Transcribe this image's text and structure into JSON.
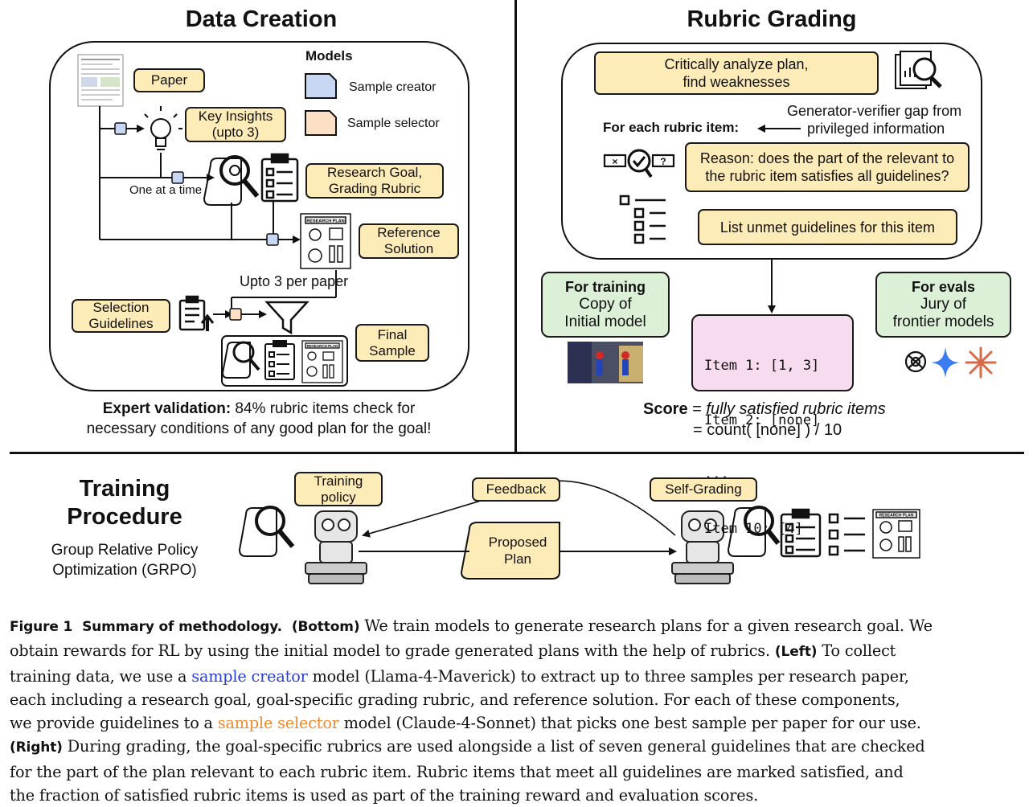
{
  "data_creation": {
    "title": "Data Creation",
    "models_heading": "Models",
    "legend_creator": "Sample creator",
    "legend_selector": "Sample selector",
    "paper": "Paper",
    "key_insights_1": "Key Insights",
    "key_insights_2": "(upto 3)",
    "one_at_a_time": "One at a time",
    "research_goal_1": "Research Goal,",
    "research_goal_2": "Grading Rubric",
    "reference_1": "Reference",
    "reference_2": "Solution",
    "upto_3": "Upto 3 per paper",
    "selection_1": "Selection",
    "selection_2": "Guidelines",
    "final_1": "Final",
    "final_2": "Sample",
    "validation_bold": "Expert validation:",
    "validation_rest": " 84% rubric items check for",
    "validation_line2": "necessary conditions of any good plan for the goal!",
    "research_plan_label": "RESEARCH PLAN"
  },
  "rubric_grading": {
    "title": "Rubric Grading",
    "critically_1": "Critically analyze plan,",
    "critically_2": "find weaknesses",
    "gap_1": "Generator-verifier gap from",
    "gap_2": "privileged information",
    "for_each": "For each rubric item:",
    "reason_1": "Reason: does the part of the relevant to",
    "reason_2": "the rubric item satisfies all guidelines?",
    "list_unmet": "List unmet guidelines for this item",
    "for_training": "For training",
    "training_1": "Copy of",
    "training_2": "Initial model",
    "for_evals": "For evals",
    "evals_1": "Jury of",
    "evals_2": "frontier models",
    "items": [
      "Item 1: [1, 3]",
      "Item 2: [none]",
      "...",
      "Item 10: [4]"
    ],
    "score_bold": "Score",
    "score_eq1": " = ",
    "score_italic": "fully satisfied rubric items",
    "score_line2": "= count( [none] ) / 10"
  },
  "training": {
    "title_1": "Training",
    "title_2": "Procedure",
    "sub_1": "Group Relative Policy",
    "sub_2": "Optimization (GRPO)",
    "policy_1": "Training",
    "policy_2": "policy",
    "feedback": "Feedback",
    "self_grading": "Self-Grading",
    "proposed_1": "Proposed",
    "proposed_2": "Plan"
  },
  "caption": {
    "fig_label": "Figure 1",
    "fig_title": "Summary of methodology.",
    "bottom": "(Bottom)",
    "t1": " We train models to generate research plans for a given research goal. We",
    "t2": "obtain rewards for RL by using the initial model to grade generated plans with the help of rubrics.",
    "left": "(Left)",
    "t3": " To collect",
    "t4a": "training data, we use a ",
    "sample_creator": "sample creator",
    "t4b": " model (Llama-4-Maverick) to extract up to three samples per research paper,",
    "t5": "each including a research goal, goal-specific grading rubric, and reference solution. For each of these components,",
    "t6a": "we provide guidelines to a ",
    "sample_selector": "sample selector",
    "t6b": " model (Claude-4-Sonnet) that picks one best sample per paper for our use.",
    "right": "(Right)",
    "t7": " During grading, the goal-specific rubrics are used alongside a list of seven general guidelines that are checked",
    "t8": "for the part of the plan relevant to each rubric item. Rubric items that meet all guidelines are marked satisfied, and",
    "t9": "the fraction of satisfied rubric items is used as part of the training reward and evaluation scores."
  },
  "colors": {
    "yellow_box": "#fdebb8",
    "green_box": "#dcefd7",
    "pink_box": "#f6dcee",
    "creator_blue": "#c8d8f4",
    "selector_peach": "#fbe0c6",
    "caption_blue": "#2a3fd1",
    "caption_orange": "#ee8a2e"
  },
  "icons": [
    "paper-thumbnail-icon",
    "lightbulb-icon",
    "magnifier-scroll-icon",
    "clipboard-checklist-icon",
    "research-plan-icon",
    "funnel-icon",
    "robot-icon",
    "checklist-icon",
    "spiderman-meme-image",
    "openai-logo",
    "gemini-logo",
    "claude-logo"
  ]
}
